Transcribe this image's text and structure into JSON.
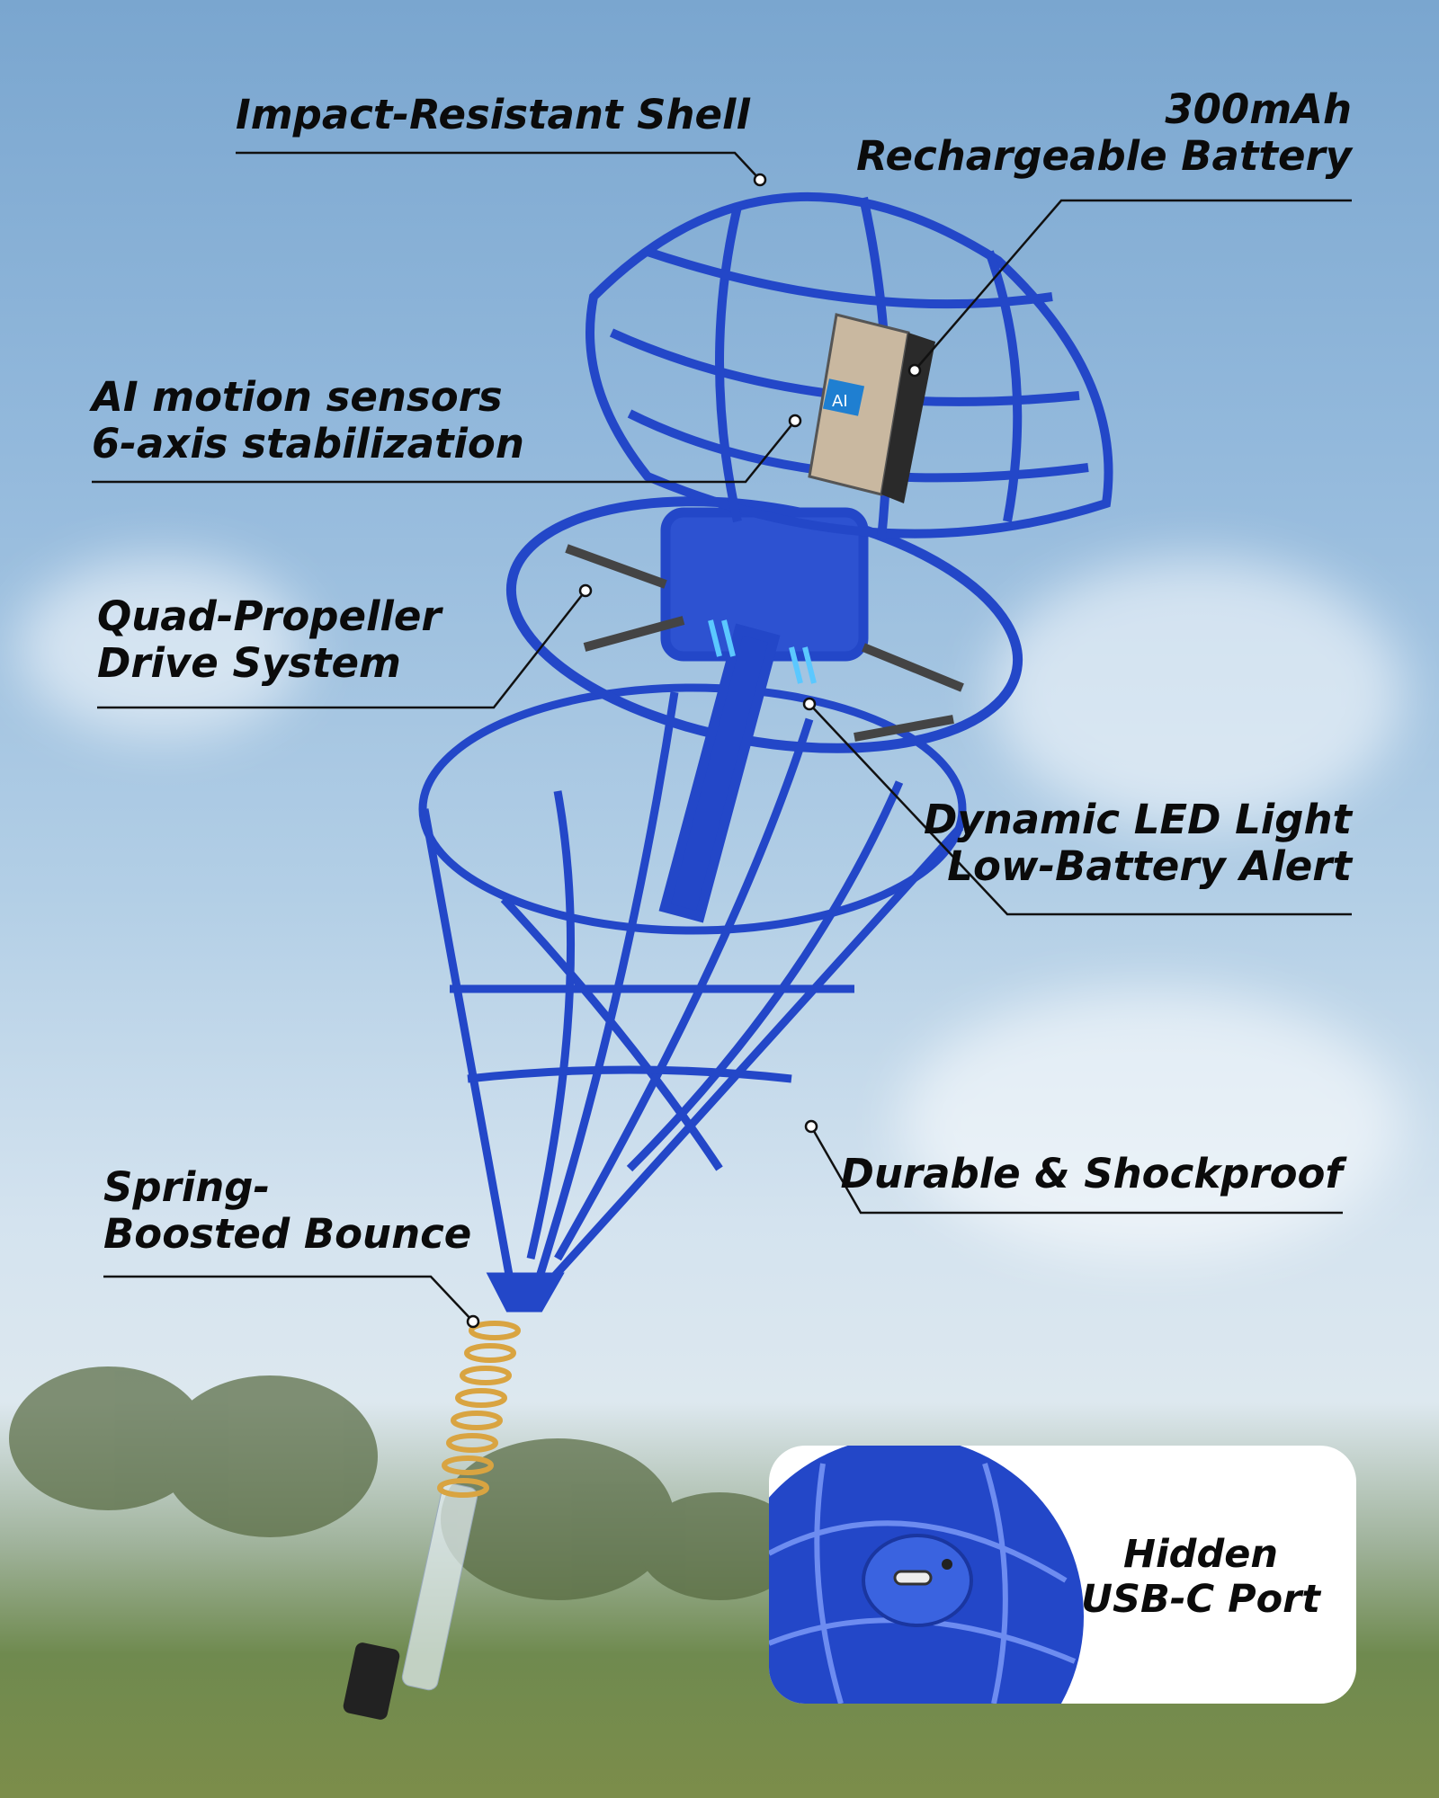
{
  "callouts": {
    "shell": "Impact-Resistant Shell",
    "battery_line1": "300mAh",
    "battery_line2": "Rechargeable Battery",
    "sensors_line1": "AI motion sensors",
    "sensors_line2": "6-axis stabilization",
    "propeller_line1": "Quad-Propeller",
    "propeller_line2": "Drive System",
    "led_line1": "Dynamic LED Light",
    "led_line2": "Low-Battery Alert",
    "durable": "Durable & Shockproof",
    "spring_line1": "Spring-",
    "spring_line2": "Boosted Bounce"
  },
  "inset": {
    "line1": "Hidden",
    "line2": "USB-C Port"
  },
  "chip_label": "AI",
  "colors": {
    "product_blue": "#2347c8",
    "text": "#0b0b0b",
    "sky": "#8fb5da",
    "grass": "#6f8a4f"
  }
}
